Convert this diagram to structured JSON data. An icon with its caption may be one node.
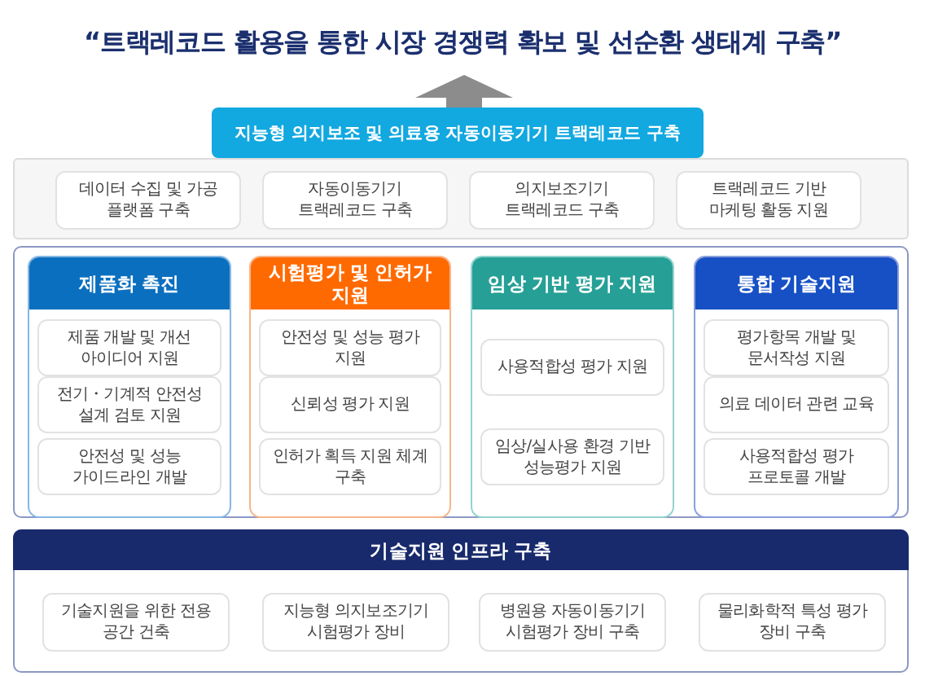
{
  "diagram": {
    "nodes": [
      {
        "text": [
          "“트랙레코드 활용을 통한 시장 경쟁력 확보 및 선순환 생태계 구축”"
        ]
      },
      {
        "text": [
          "지능형 의지보조 및 의료용 자동이동기기 트랙레코드 구축"
        ]
      },
      {
        "text": [],
        "shape": "box"
      },
      {
        "text": [
          "데이터 수집 및 가공 플랫폼 구축"
        ],
        "in": 2
      },
      {
        "text": [
          "자동이동기기 트랙레코드 구축"
        ],
        "in": 2
      },
      {
        "text": [
          "의지보조기기 트랙레코드 구축"
        ],
        "in": 2
      },
      {
        "text": [
          "트랙레코드 기반 마케팅 활동 지원"
        ],
        "in": 2
      },
      {
        "text": [],
        "shape": "box"
      },
      {
        "text": [
          "제품화 촉진"
        ],
        "in": 7
      },
      {
        "text": [
          "제품 개발 및 개선 아이디어 지원"
        ],
        "in": 8
      },
      {
        "text": [
          "전기・기계적 안전성 설계 검토 지원"
        ],
        "in": 8
      },
      {
        "text": [
          "안전성 및 성능 가이드라인 개발"
        ],
        "in": 8
      },
      {
        "text": [
          "시험평가 및 인허가 지원"
        ],
        "in": 7
      },
      {
        "text": [
          "안전성 및 성능 평가 지원"
        ],
        "in": 12
      },
      {
        "text": [
          "신뢰성 평가 지원"
        ],
        "in": 12
      },
      {
        "text": [
          "인허가 획득 지원 체계 구축"
        ],
        "in": 12
      },
      {
        "text": [
          "임상 기반 평가 지원"
        ],
        "in": 7
      },
      {
        "text": [
          "사용적합성 평가 지원"
        ],
        "in": 16
      },
      {
        "text": [
          "임상/실사용 환경 기반 성능평가 지원"
        ],
        "in": 16
      },
      {
        "text": [
          "통합 기술지원"
        ],
        "in": 7
      },
      {
        "text": [
          "평가항목 개발 및 문서작성 지원"
        ],
        "in": 19
      },
      {
        "text": [
          "의료 데이터 관련 교육"
        ],
        "in": 19
      },
      {
        "text": [
          "사용적합성 평가 프로토콜 개발"
        ],
        "in": 19
      },
      {
        "text": [
          "기술지원 인프라 구축"
        ]
      },
      {
        "text": [
          "기술지원을 위한 전용 공간 건축"
        ],
        "in": 23
      },
      {
        "text": [
          "지능형 의지보조기기 시험평가 장비"
        ],
        "in": 23
      },
      {
        "text": [
          "병원용 자동이동기기 시험평가 장비 구축"
        ],
        "in": 23
      },
      {
        "text": [
          "물리화학적 특성 평가 장비 구축"
        ],
        "in": 23
      }
    ],
    "edges": [
      {
        "from": 1,
        "to": 0,
        "arrow": "to"
      }
    ]
  }
}
